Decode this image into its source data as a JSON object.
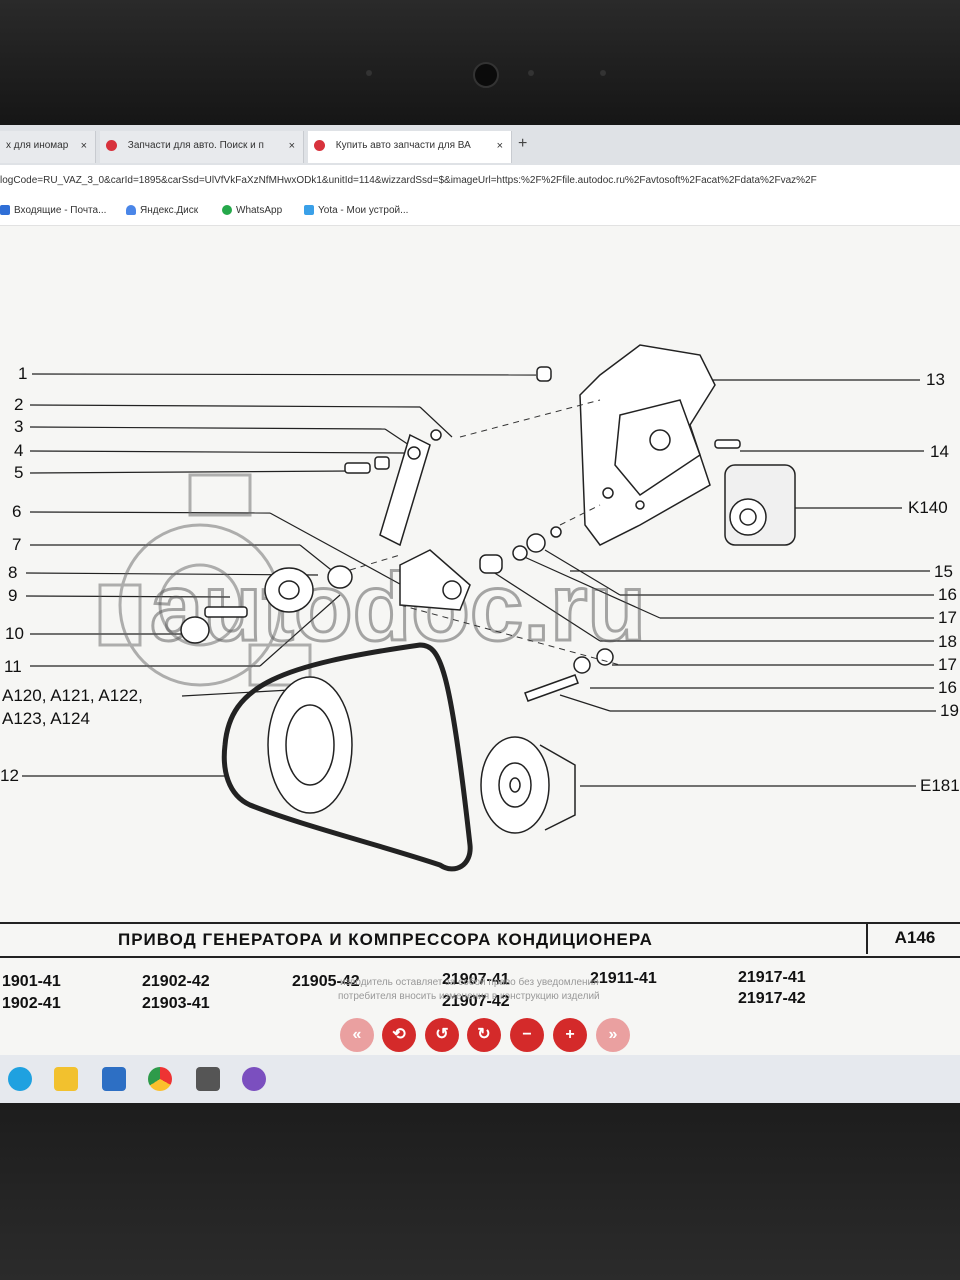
{
  "browser": {
    "tabs": [
      {
        "label": "х для иномар"
      },
      {
        "label": "Запчасти для авто. Поиск и п"
      },
      {
        "label": "Купить авто запчасти для ВА"
      }
    ],
    "new_tab_label": "+",
    "close_label": "×",
    "url": "logCode=RU_VAZ_3_0&carId=1895&carSsd=UlVfVkFaXzNfMHwxODk1&unitId=114&wizzardSsd=$&imageUrl=https:%2F%2Ffile.autodoc.ru%2Favtosoft%2Facat%2Fdata%2Fvaz%2F",
    "bookmarks": [
      {
        "label": "Входящие - Почта..."
      },
      {
        "label": "Яндекс.Диск"
      },
      {
        "label": "WhatsApp"
      },
      {
        "label": "Yota - Мои устрой..."
      }
    ]
  },
  "diagram": {
    "watermark": "autodoc.ru",
    "labels_left": [
      "1",
      "2",
      "3",
      "4",
      "5",
      "6",
      "7",
      "8",
      "9",
      "10",
      "11"
    ],
    "label_a12x": "A120, A121, A122,",
    "label_a12x_2": "A123, A124",
    "label_12": "12",
    "labels_right": [
      "13",
      "14",
      "K140",
      "15",
      "16",
      "17",
      "18",
      "17",
      "16",
      "19",
      "E181"
    ]
  },
  "title": {
    "text": "ПРИВОД  ГЕНЕРАТОРА  И  КОМПРЕССОРА  КОНДИЦИОНЕРА",
    "code": "A146"
  },
  "models": [
    "1901-41",
    "1902-41",
    "21902-42",
    "21903-41",
    "21905-42",
    "21907-41",
    "21907-42",
    "21911-41",
    "21917-41",
    "21917-42"
  ],
  "notice_faint": "изводитель оставляет за собой право без уведомления",
  "notice_faint_2": "потребителя вносить изменения в конструкцию изделий",
  "controls": [
    {
      "name": "first",
      "glyph": "«",
      "enabled": false
    },
    {
      "name": "reset",
      "glyph": "⟲",
      "enabled": true
    },
    {
      "name": "rotate-left",
      "glyph": "↺",
      "enabled": true
    },
    {
      "name": "rotate-right",
      "glyph": "↻",
      "enabled": true
    },
    {
      "name": "zoom-out",
      "glyph": "−",
      "enabled": true
    },
    {
      "name": "zoom-in",
      "glyph": "+",
      "enabled": true
    },
    {
      "name": "last",
      "glyph": "»",
      "enabled": false
    }
  ],
  "colors": {
    "accent": "#d42a2a",
    "accent_disabled": "#eaa0a0"
  },
  "taskbar_icons": [
    "edge-icon",
    "file-explorer-icon",
    "mail-icon",
    "chrome-icon",
    "calculator-icon",
    "viber-icon"
  ]
}
